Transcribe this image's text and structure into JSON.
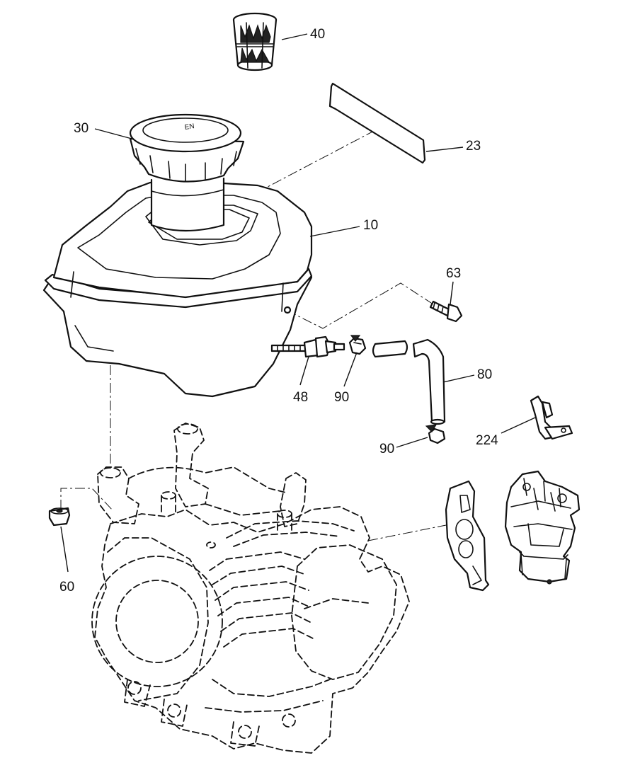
{
  "diagram": {
    "colors": {
      "line": "#111111",
      "background": "#ffffff"
    },
    "callouts": {
      "strainer": "40",
      "cap": "30",
      "label": "23",
      "tank": "10",
      "bolt": "63",
      "fitting": "48",
      "clamp_upper": "90",
      "hose": "80",
      "clamp_lower": "90",
      "choke_lever": "224",
      "nut": "60"
    },
    "cap_marking": "EN"
  }
}
